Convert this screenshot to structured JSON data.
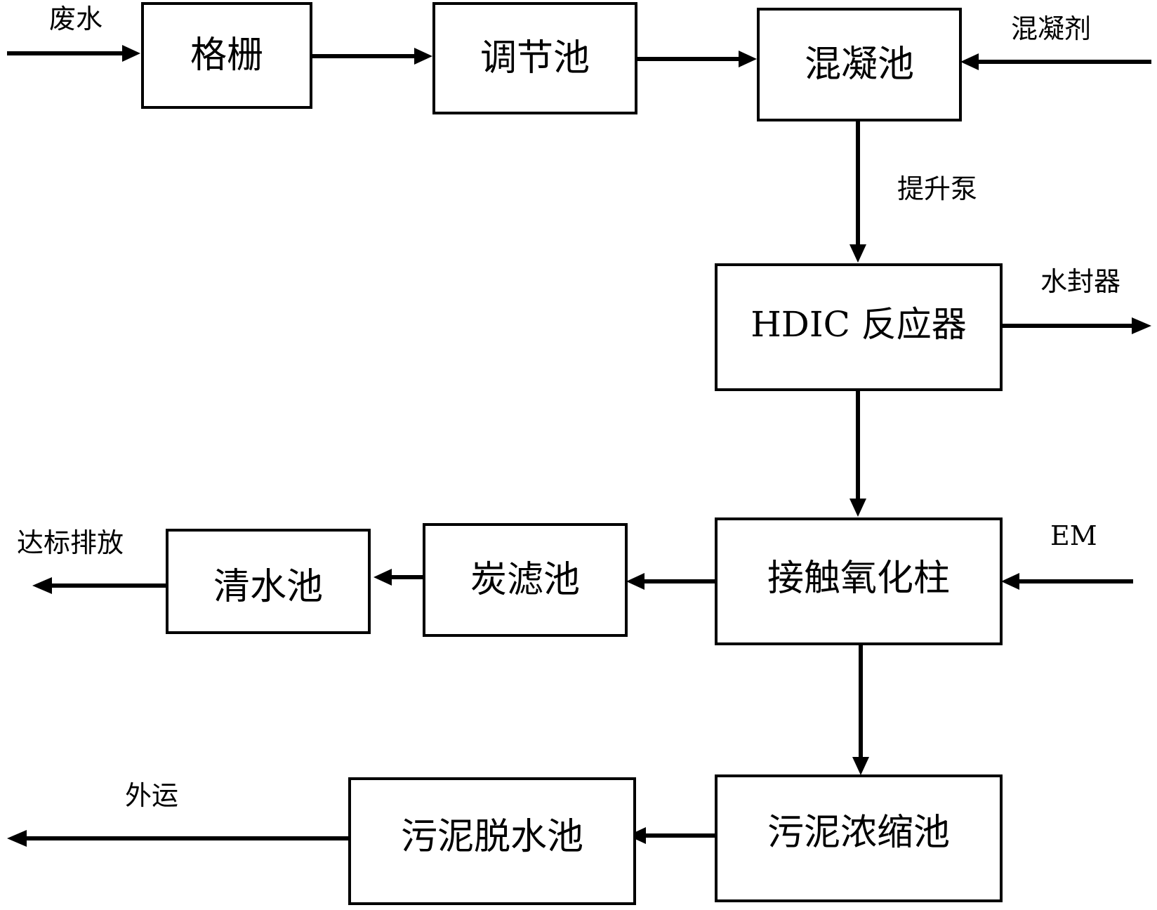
{
  "nodes": {
    "grille": "格栅",
    "regulating_tank": "调节池",
    "coagulation_tank": "混凝池",
    "hdic_reactor": "HDIC 反应器",
    "contact_oxidation": "接触氧化柱",
    "carbon_filter": "炭滤池",
    "clear_water_tank": "清水池",
    "sludge_thickening": "污泥浓缩池",
    "sludge_dewatering": "污泥脱水池"
  },
  "labels": {
    "wastewater": "废水",
    "coagulant": "混凝剂",
    "lift_pump": "提升泵",
    "water_seal": "水封器",
    "em": "EM",
    "discharge": "达标排放",
    "transport": "外运"
  },
  "colors": {
    "stroke": "#000000",
    "background": "#ffffff"
  }
}
